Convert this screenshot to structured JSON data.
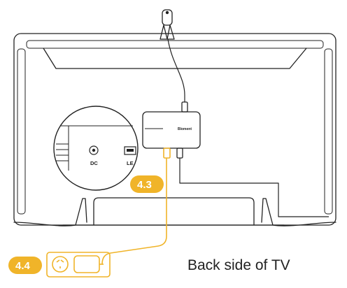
{
  "labels": {
    "step_43": "4.3",
    "step_44": "4.4",
    "caption": "Back side of TV",
    "port_dc": "DC",
    "port_usb": "LE",
    "brand": "Bloment"
  },
  "colors": {
    "accent": "#f0b429",
    "line": "#222222",
    "background": "#ffffff"
  }
}
